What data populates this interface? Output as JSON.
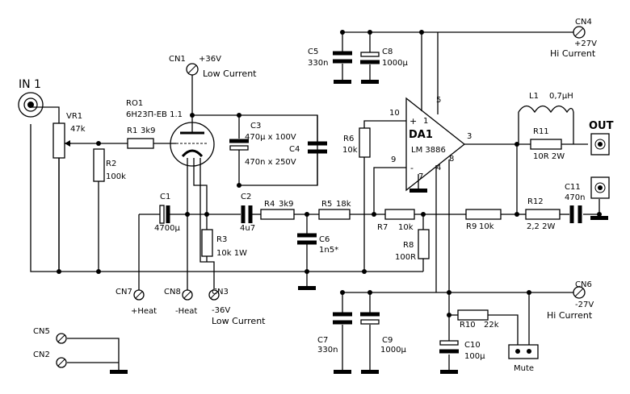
{
  "inputs": {
    "in1": "IN 1"
  },
  "outputs": {
    "out": "OUT"
  },
  "connectors": {
    "cn1": {
      "name": "CN1",
      "voltage": "+36V",
      "desc": "Low Current"
    },
    "cn2": "CN2",
    "cn3": {
      "name": "CN3",
      "voltage": "-36V",
      "desc": "Low Current"
    },
    "cn4": {
      "name": "CN4",
      "voltage": "+27V",
      "desc": "Hi Current"
    },
    "cn5": "CN5",
    "cn6": {
      "name": "CN6",
      "voltage": "-27V",
      "desc": "Hi Current"
    },
    "cn7": {
      "name": "CN7",
      "desc": "+Heat"
    },
    "cn8": {
      "name": "CN8",
      "desc": "-Heat"
    }
  },
  "tube": {
    "ref": "RO1",
    "part": "6Н23П-ЕВ 1.1"
  },
  "opamp": {
    "ref": "DA1",
    "part": "LM 3886",
    "pins": [
      "10",
      "9",
      "1",
      "5",
      "3",
      "4",
      "8",
      "7"
    ],
    "plus": "+",
    "minus": "-"
  },
  "parts": {
    "vr1": {
      "ref": "VR1",
      "val": "47k"
    },
    "r1": {
      "ref": "R1",
      "val": "3k9"
    },
    "r2": {
      "ref": "R2",
      "val": "100k"
    },
    "r3": {
      "ref": "R3",
      "val": "10k  1W"
    },
    "r4": {
      "ref": "R4",
      "val": "3k9"
    },
    "r5": {
      "ref": "R5",
      "val": "18k"
    },
    "r6": {
      "ref": "R6",
      "val": "10k"
    },
    "r7": {
      "ref": "R7",
      "val": "10k"
    },
    "r8": {
      "ref": "R8",
      "val": "100R"
    },
    "r9": {
      "ref": "R9",
      "val": "10k"
    },
    "r10": {
      "ref": "R10",
      "val": "22k"
    },
    "r11": {
      "ref": "R11",
      "val": "10R  2W"
    },
    "r12": {
      "ref": "R12",
      "val": "2,2  2W"
    },
    "c1": {
      "ref": "C1",
      "val": "4700μ"
    },
    "c2": {
      "ref": "C2",
      "val": "4u7"
    },
    "c3": {
      "ref": "C3",
      "val": "470μ x 100V"
    },
    "c4": {
      "ref": "C4",
      "val": "470n x 250V"
    },
    "c5": {
      "ref": "C5",
      "val": "330n"
    },
    "c6": {
      "ref": "C6",
      "val": "1n5*"
    },
    "c7": {
      "ref": "C7",
      "val": "330n"
    },
    "c8": {
      "ref": "C8",
      "val": "1000μ"
    },
    "c9": {
      "ref": "C9",
      "val": "1000μ"
    },
    "c10": {
      "ref": "C10",
      "val": "100μ"
    },
    "c11": {
      "ref": "C11",
      "val": "470n"
    },
    "l1": {
      "ref": "L1",
      "val": "0,7μH"
    }
  },
  "mute": {
    "label": "Mute"
  }
}
